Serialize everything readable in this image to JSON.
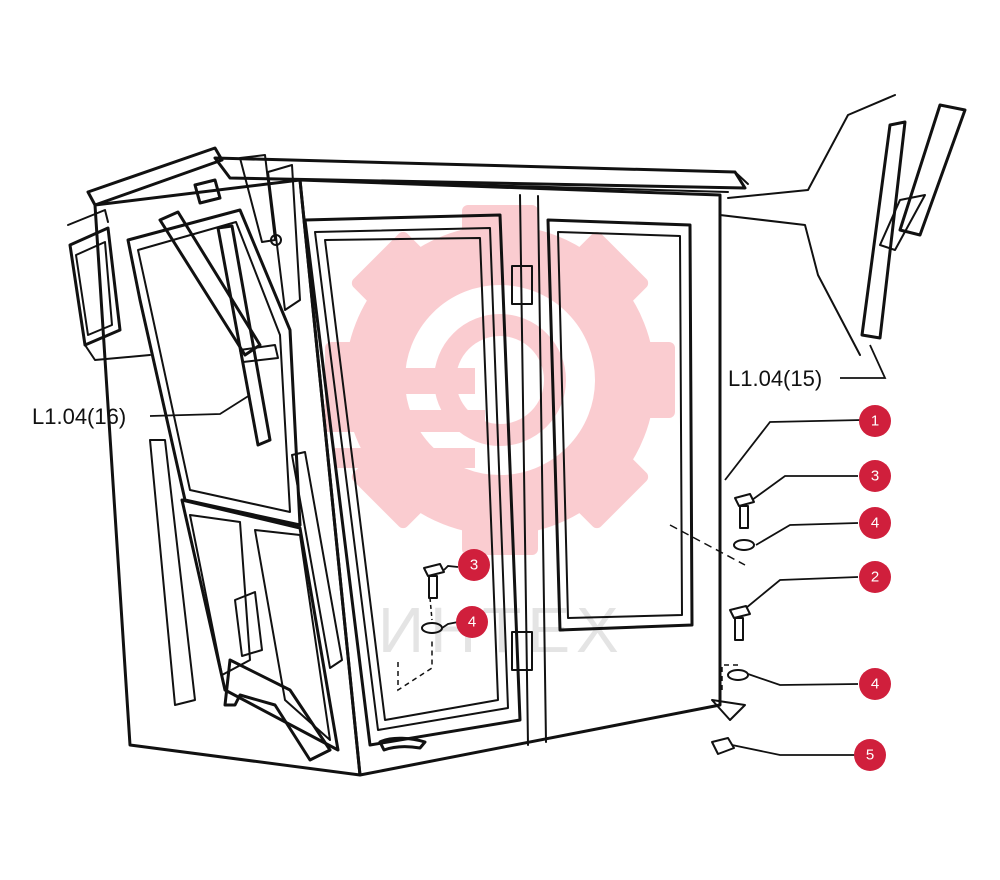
{
  "watermark": {
    "text": "ИНТЕХ",
    "color": "#f04a5a"
  },
  "reference_labels": {
    "left": "L1.04(16)",
    "right": "L1.04(15)"
  },
  "callouts": [
    {
      "id": "callout-1",
      "number": "1"
    },
    {
      "id": "callout-3-right",
      "number": "3"
    },
    {
      "id": "callout-4-right-upper",
      "number": "4"
    },
    {
      "id": "callout-2",
      "number": "2"
    },
    {
      "id": "callout-4-right-lower",
      "number": "4"
    },
    {
      "id": "callout-5",
      "number": "5"
    },
    {
      "id": "callout-3-left",
      "number": "3"
    },
    {
      "id": "callout-4-left",
      "number": "4"
    }
  ],
  "colors": {
    "badge": "#d01f3c",
    "line": "#111111"
  }
}
